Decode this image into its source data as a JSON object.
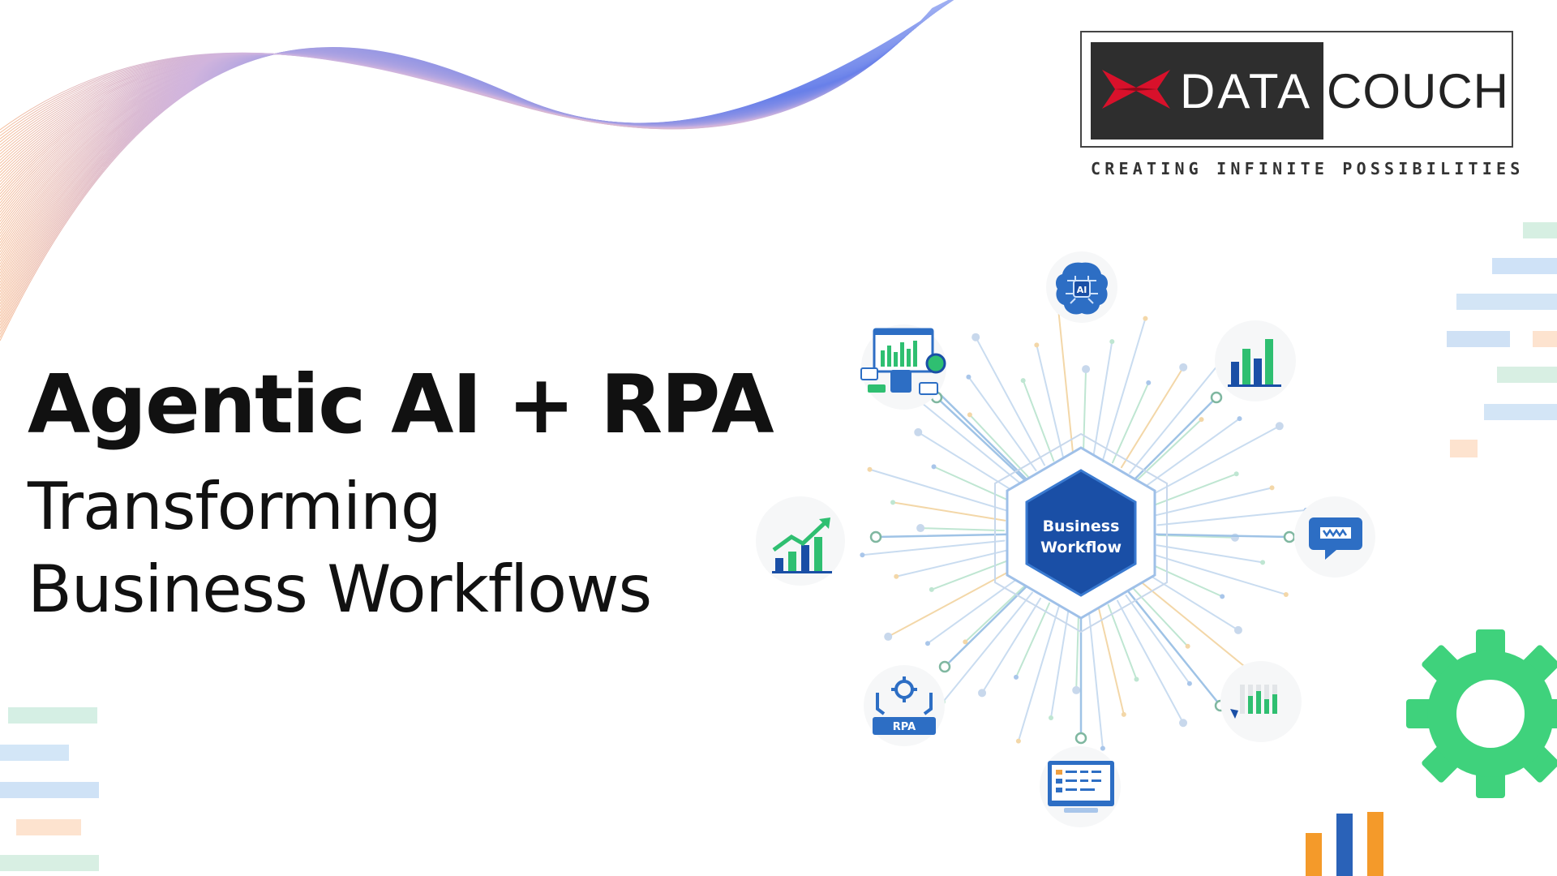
{
  "headline": {
    "title": "Agentic AI + RPA",
    "subtitle_line1": "Transforming",
    "subtitle_line2": "Business Workflows"
  },
  "logo": {
    "word_left": "DATA",
    "word_right": "COUCH",
    "tagline": "CREATING INFINITE POSSIBILITIES"
  },
  "diagram": {
    "hub_line1": "Business",
    "hub_line2": "Workflow",
    "nodes": [
      {
        "icon": "ai-brain-icon",
        "label": "AI"
      },
      {
        "icon": "bar-chart-icon",
        "label": ""
      },
      {
        "icon": "chat-bubble-icon",
        "label": ""
      },
      {
        "icon": "bar-chart-small-icon",
        "label": ""
      },
      {
        "icon": "monitor-icon",
        "label": ""
      },
      {
        "icon": "rpa-robot-icon",
        "label": "RPA"
      },
      {
        "icon": "growth-chart-icon",
        "label": ""
      },
      {
        "icon": "dashboard-icon",
        "label": ""
      }
    ]
  },
  "colors": {
    "hub": "#1a4fa6",
    "accent_blue": "#2a62b8",
    "accent_green": "#2fbf71",
    "gear_green": "#3fd27c",
    "wave_blue": "#3f5fe0",
    "wave_peach": "#f0b58f"
  }
}
